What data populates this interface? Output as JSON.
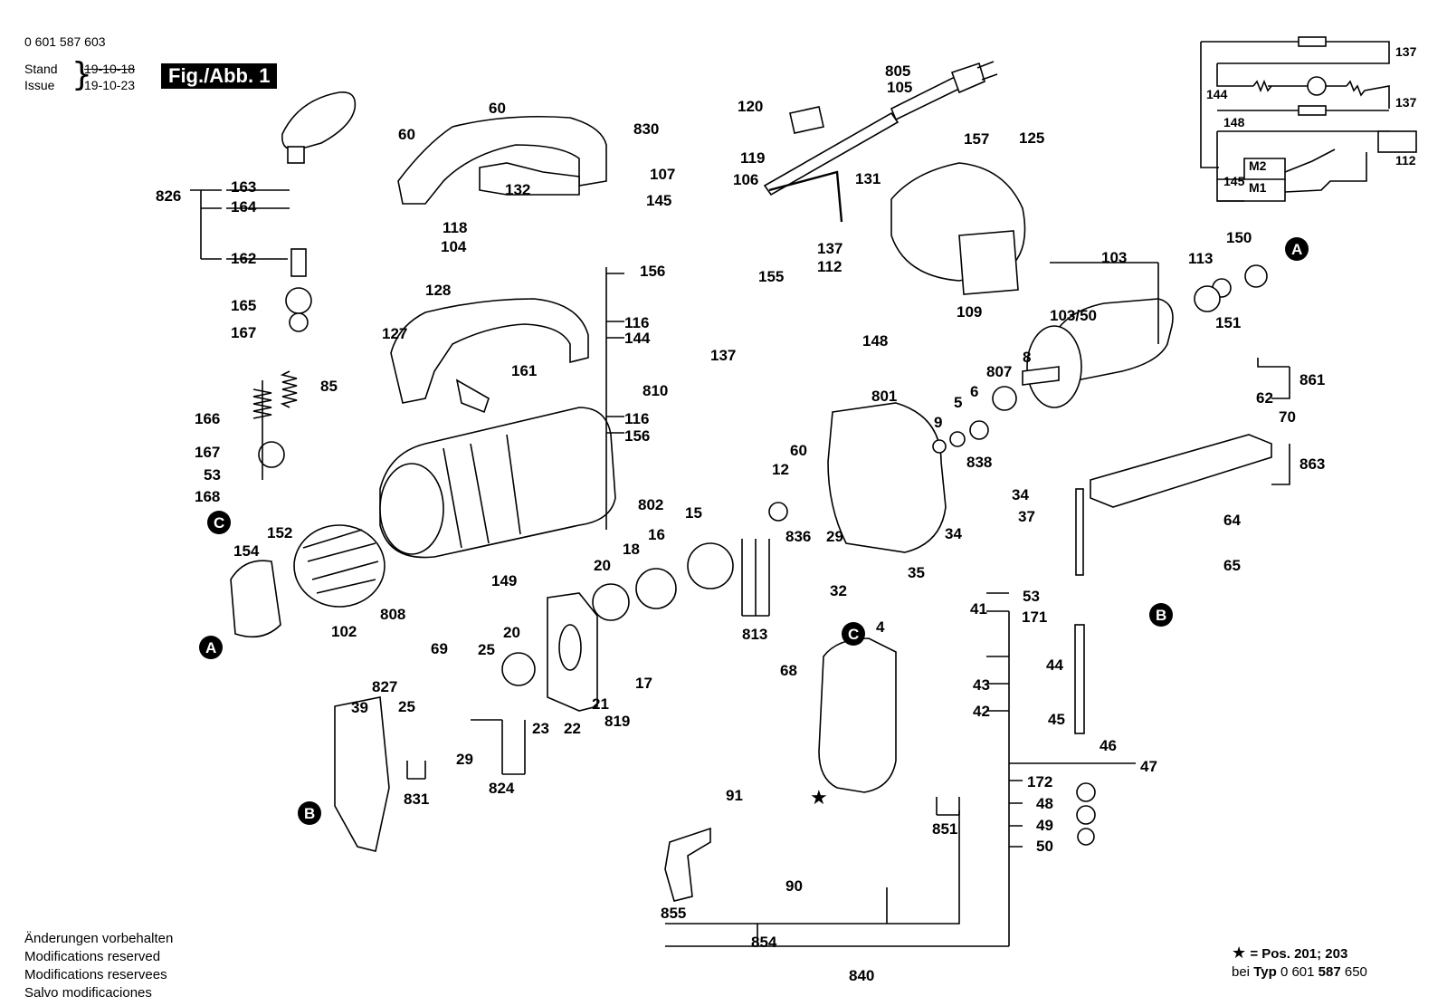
{
  "header": {
    "document_number": "0 601 587 603",
    "stand_label": "Stand",
    "issue_label": "Issue",
    "stand_date_old": "19-10-18",
    "issue_date": "19-10-23",
    "figure_label": "Fig./Abb. 1"
  },
  "footer": {
    "notes": [
      "Änderungen vorbehalten",
      "Modifications reserved",
      "Modifications reservees",
      "Salvo modificaciones"
    ],
    "legend_symbol": "★",
    "legend_text": "= Pos. 201; 203",
    "type_prefix": "bei",
    "type_label": "Typ",
    "type_number_a": "0 601",
    "type_number_b": "587",
    "type_number_c": "650"
  },
  "callouts": {
    "A": "A",
    "B": "B",
    "C": "C"
  },
  "parts": [
    "60",
    "60",
    "830",
    "119",
    "107",
    "106",
    "132",
    "145",
    "118",
    "104",
    "128",
    "127",
    "161",
    "826",
    "163",
    "164",
    "162",
    "165",
    "167",
    "85",
    "166",
    "167",
    "53",
    "168",
    "120",
    "805",
    "105",
    "131",
    "157",
    "125",
    "109",
    "137",
    "112",
    "156",
    "155",
    "116",
    "144",
    "148",
    "137",
    "810",
    "116",
    "156",
    "802",
    "149",
    "808",
    "152",
    "154",
    "102",
    "103",
    "103/50",
    "113",
    "150",
    "151",
    "807",
    "8",
    "6",
    "5",
    "9",
    "801",
    "60",
    "12",
    "838",
    "836",
    "29",
    "34",
    "37",
    "34",
    "35",
    "32",
    "861",
    "62",
    "70",
    "863",
    "64",
    "65",
    "15",
    "813",
    "18",
    "16",
    "20",
    "20",
    "25",
    "69",
    "827",
    "25",
    "39",
    "29",
    "831",
    "824",
    "23",
    "22",
    "21",
    "819",
    "17",
    "53",
    "171",
    "41",
    "4",
    "68",
    "43",
    "42",
    "45",
    "44",
    "46",
    "47",
    "172",
    "48",
    "49",
    "50",
    "91",
    "90",
    "855",
    "854",
    "851",
    "840"
  ],
  "wiring": {
    "labels": [
      "137",
      "144",
      "137",
      "148",
      "145",
      "112"
    ],
    "m2": "M2",
    "m1": "M1"
  }
}
